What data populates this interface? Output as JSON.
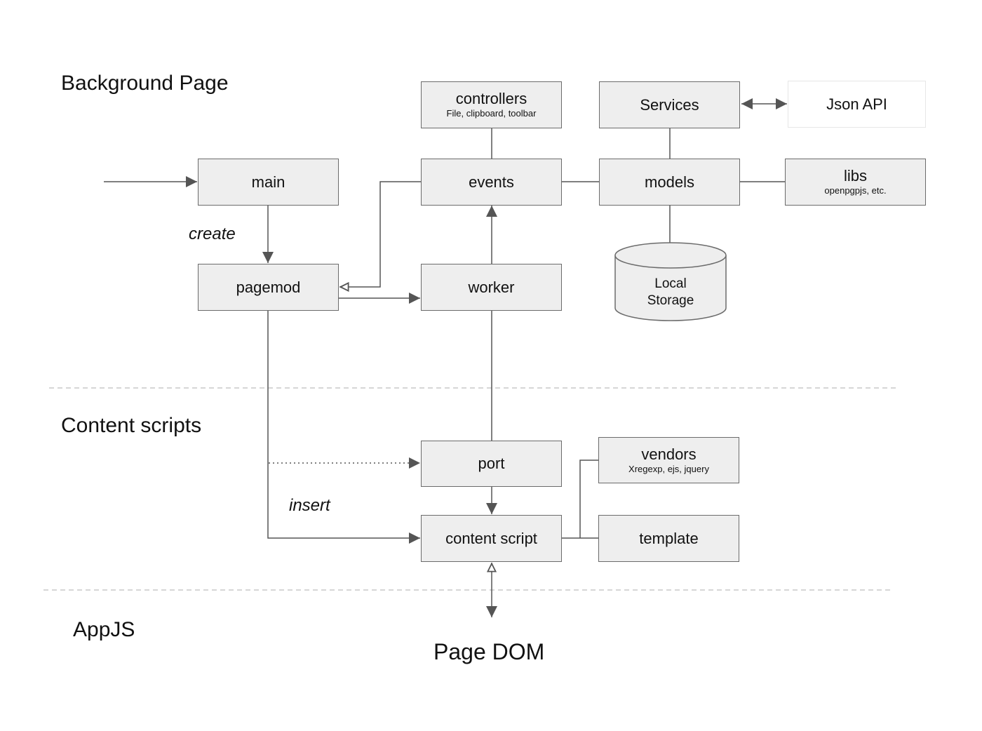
{
  "sections": {
    "background": "Background Page",
    "content": "Content scripts",
    "appjs": "AppJS"
  },
  "nodes": {
    "controllers": {
      "title": "controllers",
      "subtitle": "File, clipboard, toolbar"
    },
    "services": {
      "title": "Services"
    },
    "json_api": {
      "title": "Json API"
    },
    "main": {
      "title": "main"
    },
    "events": {
      "title": "events"
    },
    "models": {
      "title": "models"
    },
    "libs": {
      "title": "libs",
      "subtitle": "openpgpjs, etc."
    },
    "pagemod": {
      "title": "pagemod"
    },
    "worker": {
      "title": "worker"
    },
    "local_storage": {
      "title": "Local Storage"
    },
    "port": {
      "title": "port"
    },
    "vendors": {
      "title": "vendors",
      "subtitle": "Xregexp, ejs, jquery"
    },
    "content_script": {
      "title": "content script"
    },
    "template": {
      "title": "template"
    },
    "page_dom": {
      "title": "Page DOM"
    }
  },
  "edge_labels": {
    "create": "create",
    "insert": "insert"
  },
  "colors": {
    "box_fill": "#eeeeee",
    "box_border": "#6b6b6b",
    "line": "#555555",
    "divider": "#c8c8c8"
  }
}
